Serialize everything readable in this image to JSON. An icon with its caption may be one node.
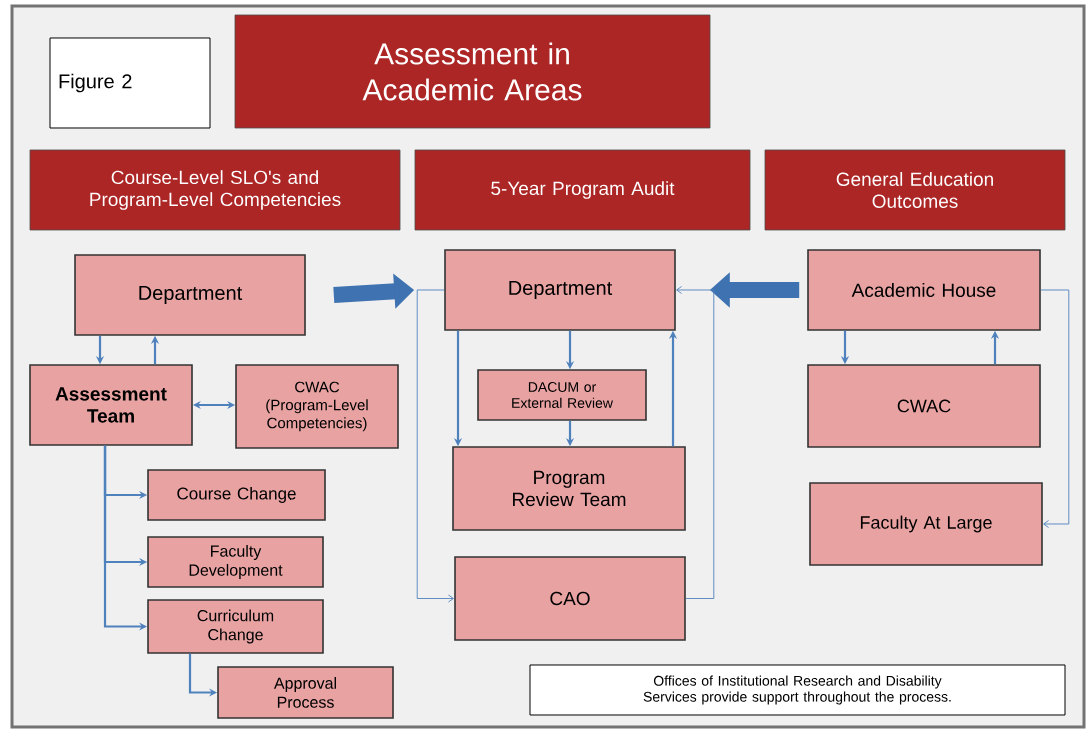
{
  "diagram": {
    "nodes": [
      {
        "text": [
          "Figure 2"
        ]
      },
      {
        "text": [
          "Assessment in Academic Areas"
        ]
      },
      {
        "text": [
          "Course-Level SLO's and Program-Level Competencies"
        ]
      },
      {
        "text": [
          "5-Year Program Audit"
        ]
      },
      {
        "text": [
          "General Education Outcomes"
        ]
      },
      {
        "text": [
          "Department"
        ]
      },
      {
        "text": [
          "Assessment Team"
        ]
      },
      {
        "text": [
          "CWAC (Program-Level Competencies)"
        ]
      },
      {
        "text": [
          "Course Change"
        ]
      },
      {
        "text": [
          "Faculty Development"
        ]
      },
      {
        "text": [
          "Curriculum Change"
        ]
      },
      {
        "text": [
          "Approval Process"
        ]
      },
      {
        "text": [
          "Department"
        ]
      },
      {
        "text": [
          "DACUM or External Review"
        ]
      },
      {
        "text": [
          "Program Review Team"
        ]
      },
      {
        "text": [
          "CAO"
        ]
      },
      {
        "text": [
          "Academic House"
        ]
      },
      {
        "text": [
          "CWAC"
        ]
      },
      {
        "text": [
          "Faculty At Large"
        ]
      },
      {
        "text": [
          "Offices of Institutional Research and Disability Services provide support throughout the process."
        ]
      }
    ],
    "edges": [
      {
        "from": 5,
        "to": 6,
        "arrow": "to"
      },
      {
        "from": 6,
        "to": 5,
        "arrow": "to"
      },
      {
        "from": 6,
        "to": 7,
        "arrow": "both"
      },
      {
        "from": 6,
        "to": 8,
        "arrow": "to"
      },
      {
        "from": 6,
        "to": 9,
        "arrow": "to"
      },
      {
        "from": 6,
        "to": 10,
        "arrow": "to"
      },
      {
        "from": 10,
        "to": 11,
        "arrow": "to"
      },
      {
        "from": 5,
        "to": 12,
        "arrow": "to",
        "style": "thick"
      },
      {
        "from": 16,
        "to": 12,
        "arrow": "to",
        "style": "thick"
      },
      {
        "from": 12,
        "to": 13,
        "arrow": "to"
      },
      {
        "from": 13,
        "to": 14,
        "arrow": "to"
      },
      {
        "from": 12,
        "to": 14,
        "arrow": "to"
      },
      {
        "from": 14,
        "to": 12,
        "arrow": "to"
      },
      {
        "from": 12,
        "to": 15,
        "arrow": "to"
      },
      {
        "from": 15,
        "to": 12,
        "arrow": "to"
      },
      {
        "from": 16,
        "to": 17,
        "arrow": "to"
      },
      {
        "from": 17,
        "to": 16,
        "arrow": "to"
      },
      {
        "from": 16,
        "to": 18,
        "arrow": "to"
      }
    ]
  }
}
